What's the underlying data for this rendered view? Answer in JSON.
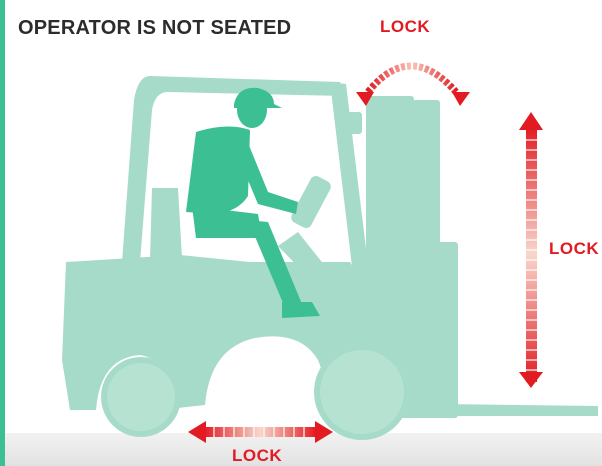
{
  "title": "OPERATOR IS NOT SEATED",
  "labels": {
    "lock_tilt": "LOCK",
    "lock_lift": "LOCK",
    "lock_drive": "LOCK"
  },
  "colors": {
    "accent": "#3dbf94",
    "forklift": "#a7dbc9",
    "operator": "#3dbf94",
    "lock": "#e21b22",
    "floor": "#e6e6e6"
  }
}
